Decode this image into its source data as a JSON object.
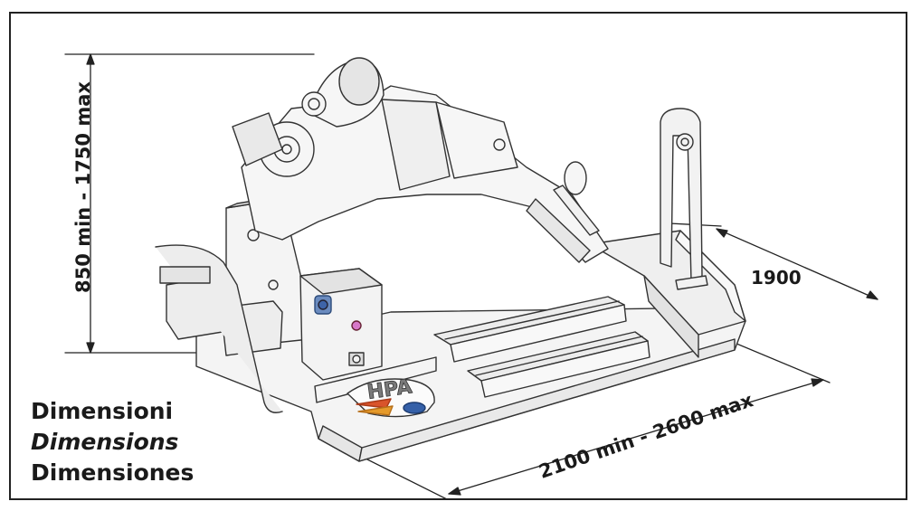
{
  "dimensions": {
    "height": "850 min - 1750 max",
    "depth": "1900",
    "width": "2100 min - 2600 max"
  },
  "caption": {
    "italian": "Dimensioni",
    "english": "Dimensions",
    "spanish": "Dimensiones"
  },
  "logo": {
    "text": "HPA",
    "brand_color": "#d9542b"
  }
}
